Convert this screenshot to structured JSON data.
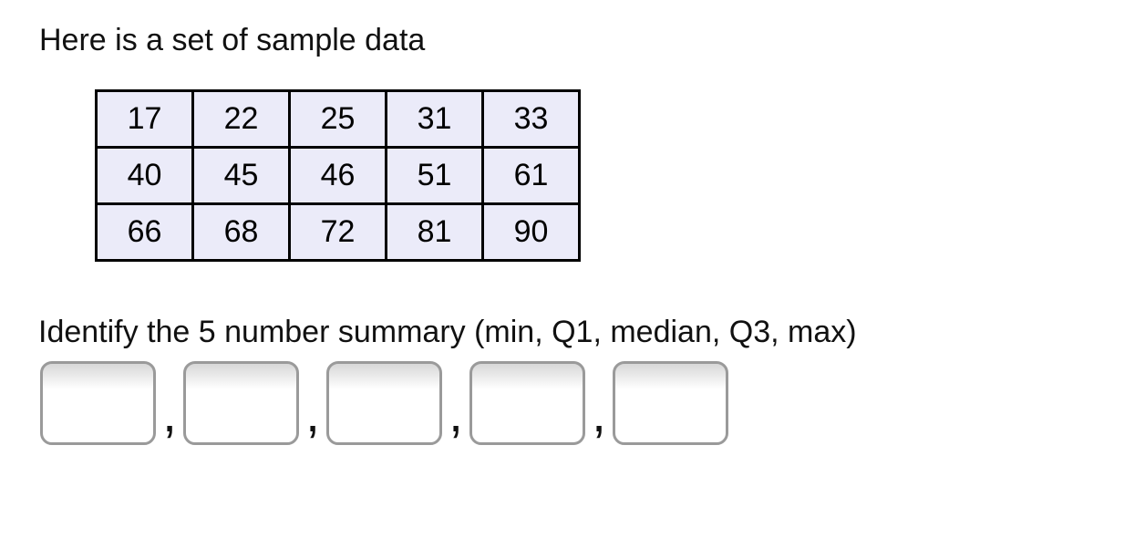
{
  "page": {
    "background": "#ffffff",
    "heading": "Here is a set of sample data",
    "prompt": "Identify the 5 number summary (min, Q1, median, Q3, max)"
  },
  "table": {
    "cell_background": "#ebebf9",
    "border_color": "#000000",
    "rows": [
      [
        "17",
        "22",
        "25",
        "31",
        "33"
      ],
      [
        "40",
        "45",
        "46",
        "51",
        "61"
      ],
      [
        "66",
        "68",
        "72",
        "81",
        "90"
      ]
    ]
  },
  "answer_inputs": {
    "separator": ",",
    "border_color": "#9a9a9a",
    "labels": [
      "min",
      "Q1",
      "median",
      "Q3",
      "max"
    ],
    "values": [
      "",
      "",
      "",
      "",
      ""
    ],
    "placeholder": ""
  }
}
